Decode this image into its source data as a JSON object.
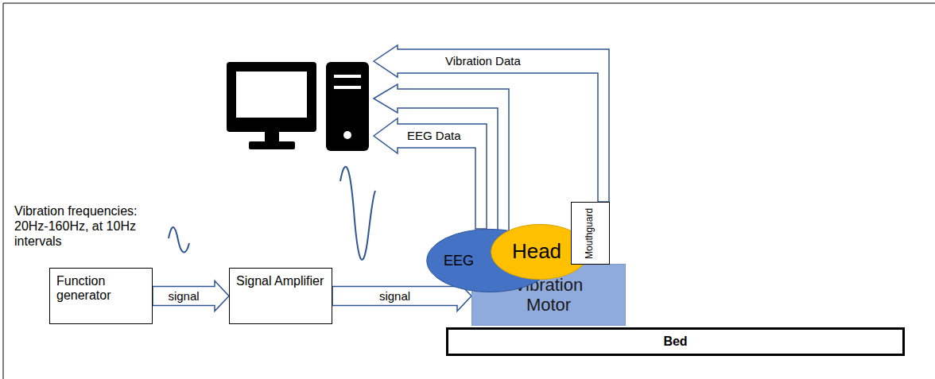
{
  "diagram": {
    "nodes": [
      {
        "text": [
          "Function generator"
        ]
      },
      {
        "text": [
          "Signal Amplifier"
        ]
      },
      {
        "text": [
          "Vibration Motor"
        ]
      },
      {
        "text": [
          "Bed"
        ]
      },
      {
        "text": [
          "EEG"
        ]
      },
      {
        "text": [
          "Head"
        ]
      },
      {
        "text": [
          "Mouthguard"
        ]
      }
    ],
    "edges": [
      {
        "from": 0,
        "to": 1,
        "label": "signal",
        "arrow": "to"
      },
      {
        "from": 1,
        "to": 2,
        "label": "signal",
        "arrow": "to"
      }
    ],
    "labels": [
      "Vibration frequencies: 20Hz-160Hz, at 10Hz intervals",
      "Vibration Data",
      "EEG Data"
    ]
  }
}
